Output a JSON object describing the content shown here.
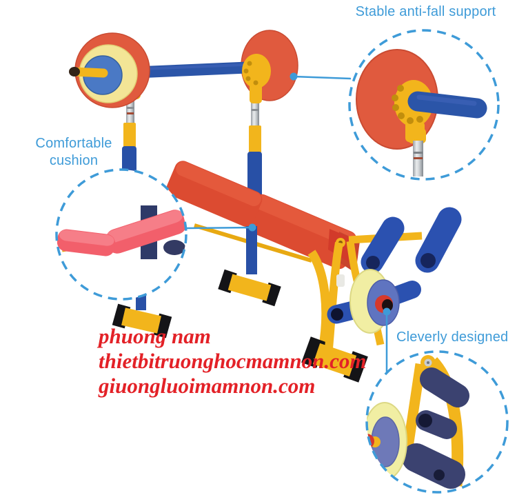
{
  "annotations": {
    "support": {
      "label": "Stable anti-fall support"
    },
    "cushion": {
      "label": "Comfortable cushion"
    },
    "clever": {
      "label": "Cleverly designed"
    }
  },
  "watermark": {
    "lines": [
      "phuong nam",
      "thietbitruonghocmamnon.com",
      "giuongluoimamnon.com"
    ]
  },
  "colors": {
    "annotation_blue": "#3E9BD8",
    "watermark_red": "#E32127",
    "plate_red": "#E05A3E",
    "bench_pad_red": "#DC4B31",
    "cushion_pink": "#F25F6B",
    "frame_yellow": "#F2B51C",
    "pale_yellow_disc": "#F1EEA3",
    "bar_blue": "#2B55A8",
    "foam_roller_blue": "#2B51B0",
    "foam_navy": "#3B4270",
    "periwinkle_disc": "#6E79B8",
    "knob_red": "#D6392C",
    "chrome_gray": "#C9CDD1",
    "cap_black": "#141417"
  }
}
